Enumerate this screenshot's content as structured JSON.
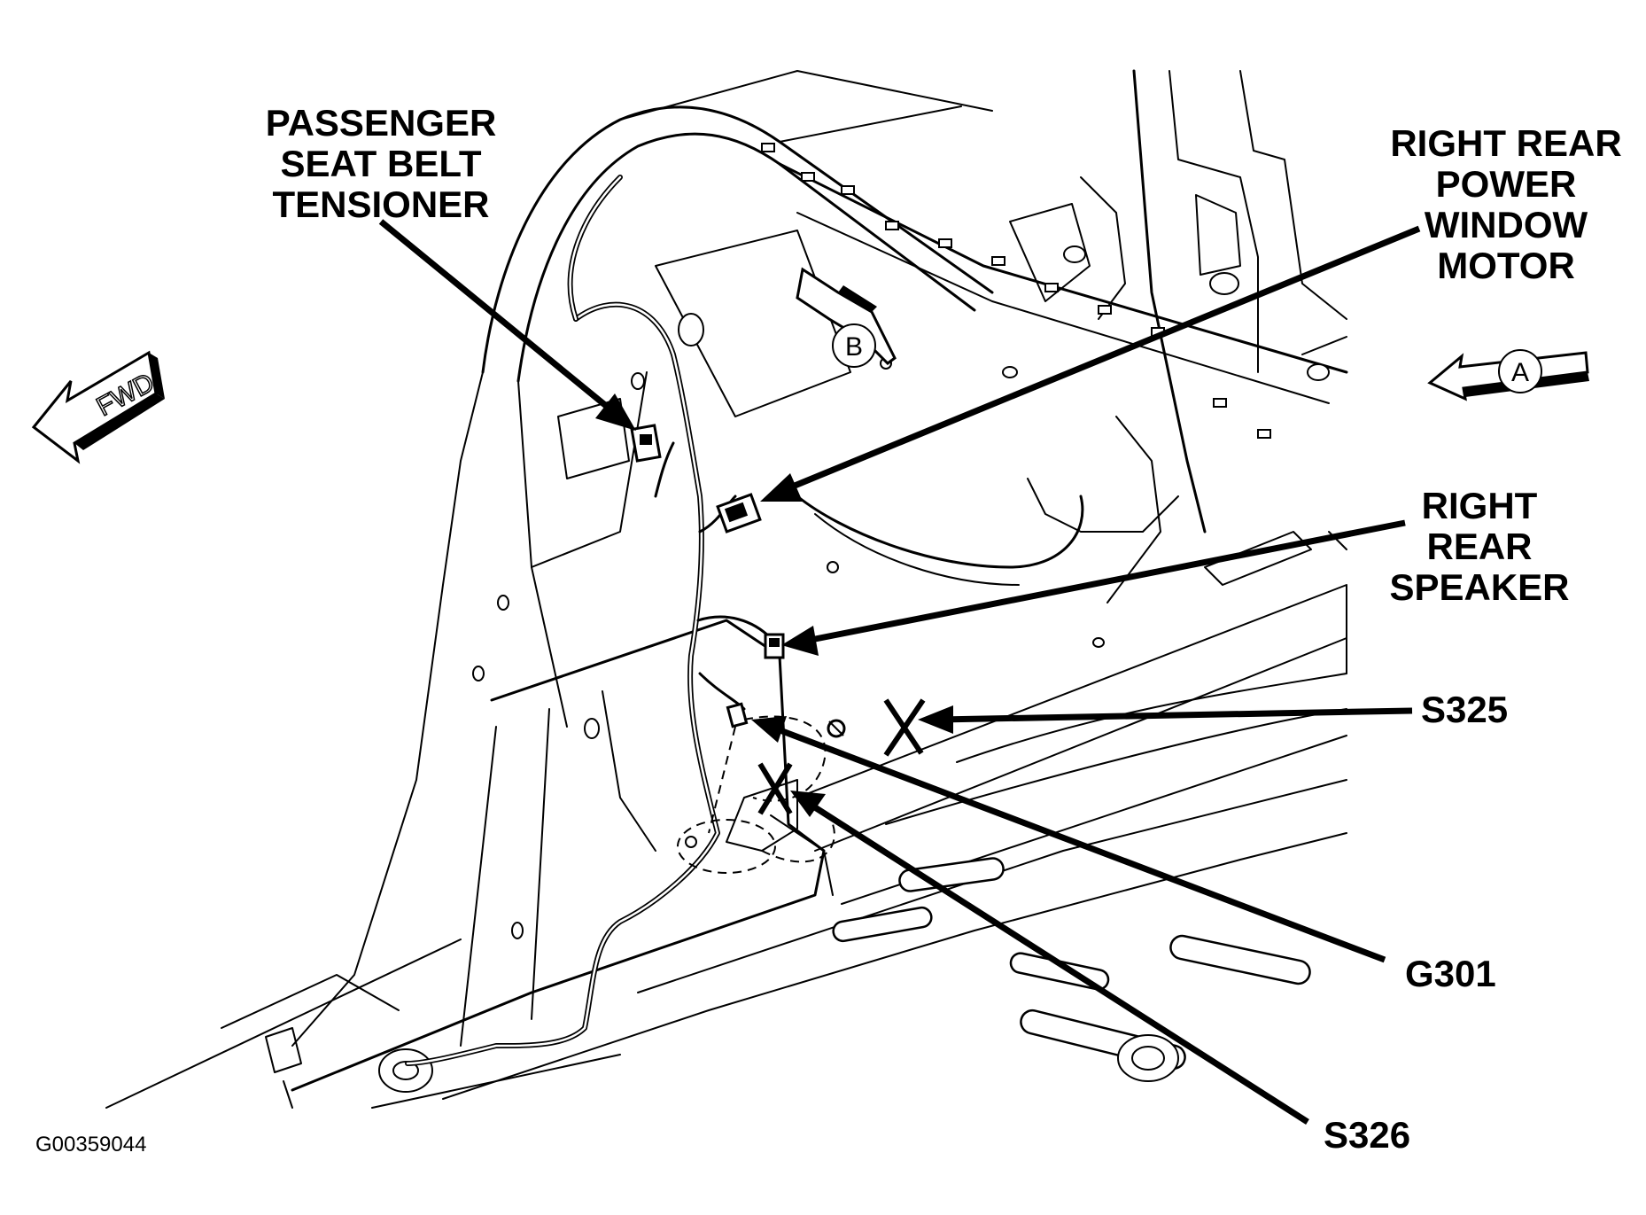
{
  "callouts": {
    "seat_belt_tensioner": [
      "PASSENGER",
      "SEAT BELT",
      "TENSIONER"
    ],
    "window_motor": [
      "RIGHT REAR",
      "POWER",
      "WINDOW",
      "MOTOR"
    ],
    "speaker": [
      "RIGHT",
      "REAR",
      "SPEAKER"
    ],
    "s325": "S325",
    "g301": "G301",
    "s326": "S326"
  },
  "view_markers": {
    "fwd": "FWD",
    "view_a": "A",
    "view_b": "B"
  },
  "figure_id": "G00359044"
}
